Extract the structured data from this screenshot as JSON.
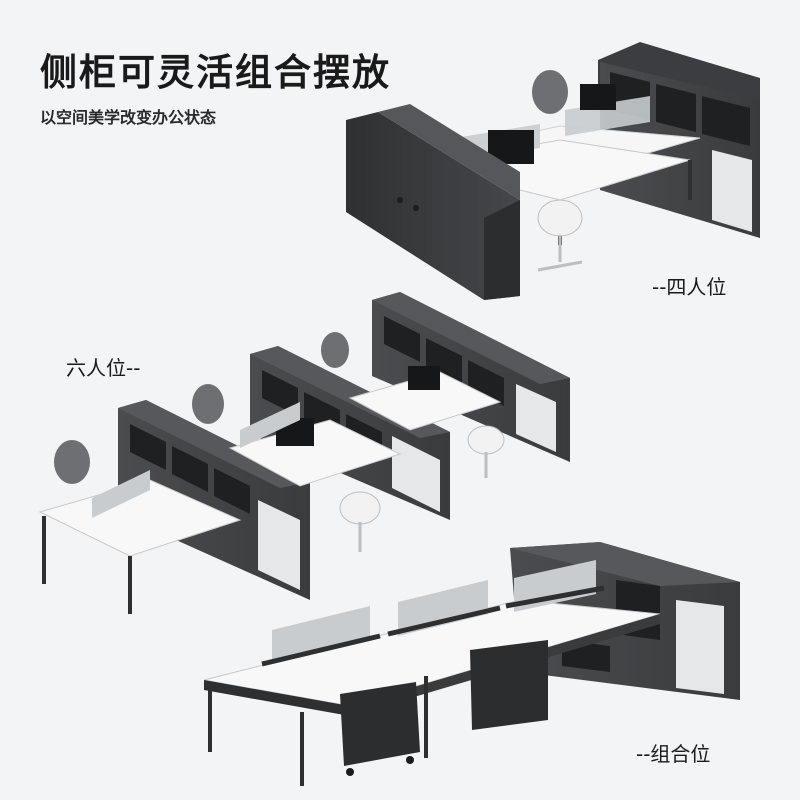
{
  "header": {
    "title": "侧柜可灵活组合摆放",
    "subtitle": "以空间美学改变办公状态"
  },
  "captions": {
    "four": "--四人位",
    "six": "六人位--",
    "combo": "--组合位"
  },
  "colors": {
    "background": "#f3f4f5",
    "cabinet": "#3a3b3d",
    "desktop": "#f7f7f7",
    "frame": "#2e2f31",
    "screen": "#c9cccf"
  }
}
